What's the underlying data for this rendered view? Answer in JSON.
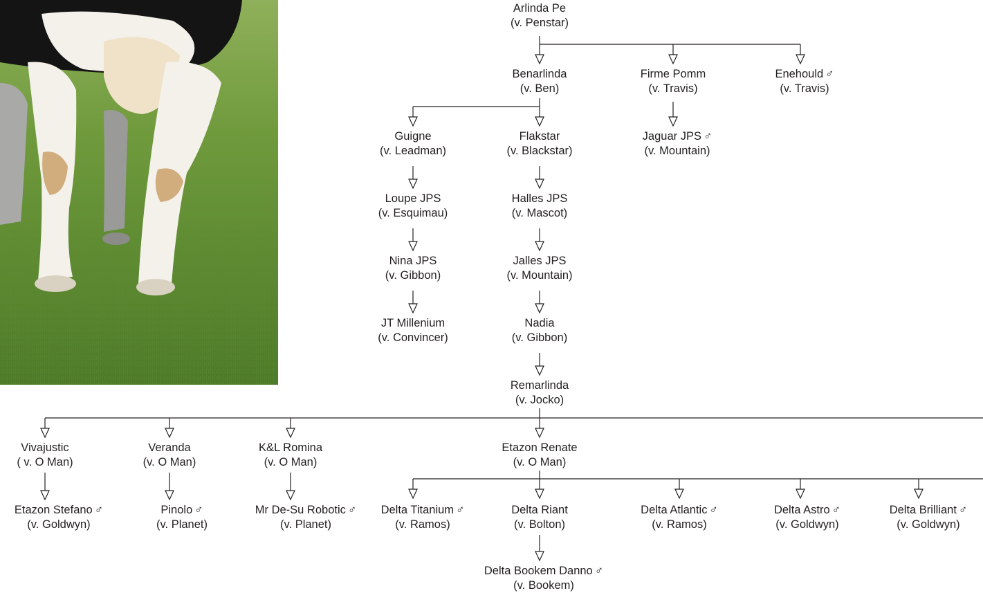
{
  "colors": {
    "line": "#231f20",
    "text": "#231f20",
    "grass": "#6f9a3c",
    "cow_black": "#141414",
    "cow_white": "#f4f1ea"
  },
  "male_symbol": "♂",
  "photo": {
    "description_icon": "cow-photo-icon"
  },
  "tree": {
    "root": {
      "name": "Arlinda Pe",
      "sire": "(v. Penstar)"
    },
    "gen1": [
      {
        "name": "Benarlinda",
        "sire": "(v. Ben)",
        "male": false
      },
      {
        "name": "Firme Pomm",
        "sire": "(v. Travis)",
        "male": false
      },
      {
        "name": "Enehould",
        "sire": "(v. Travis)",
        "male": true
      }
    ],
    "jaguar": {
      "name": "Jaguar JPS",
      "sire": "(v. Mountain)",
      "male": true
    },
    "guigne_line": [
      {
        "name": "Guigne",
        "sire": "(v. Leadman)"
      },
      {
        "name": "Loupe JPS",
        "sire": "(v. Esquimau)"
      },
      {
        "name": "Nina JPS",
        "sire": "(v. Gibbon)"
      },
      {
        "name": "JT Millenium",
        "sire": "(v. Convincer)"
      }
    ],
    "flakstar_line": [
      {
        "name": "Flakstar",
        "sire": "(v. Blackstar)"
      },
      {
        "name": "Halles JPS",
        "sire": "(v. Mascot)"
      },
      {
        "name": "Jalles JPS",
        "sire": "(v. Mountain)"
      },
      {
        "name": "Nadia",
        "sire": "(v. Gibbon)"
      },
      {
        "name": "Remarlinda",
        "sire": "(v. Jocko)"
      }
    ],
    "oman_daughters": [
      {
        "name": "Vivajustic",
        "sire": "( v. O Man)"
      },
      {
        "name": "Veranda",
        "sire": "(v. O Man)"
      },
      {
        "name": "K&L Romina",
        "sire": "(v. O Man)"
      },
      {
        "name": "Etazon Renate",
        "sire": "(v. O Man)"
      }
    ],
    "oman_sons": [
      {
        "name": "Etazon Stefano",
        "sire": "(v. Goldwyn)",
        "male": true
      },
      {
        "name": "Pinolo",
        "sire": "(v. Planet)",
        "male": true
      },
      {
        "name": "Mr De-Su Robotic",
        "sire": "(v. Planet)",
        "male": true
      }
    ],
    "renate_offspring": [
      {
        "name": "Delta Titanium",
        "sire": "(v. Ramos)",
        "male": true
      },
      {
        "name": "Delta Riant",
        "sire": "(v. Bolton)",
        "male": false
      },
      {
        "name": "Delta Atlantic",
        "sire": "(v. Ramos)",
        "male": true
      },
      {
        "name": "Delta Astro",
        "sire": "(v. Goldwyn)",
        "male": true
      },
      {
        "name": "Delta Brilliant",
        "sire": "(v. Goldwyn)",
        "male": true
      }
    ],
    "danno": {
      "name": "Delta Bookem Danno",
      "sire": "(v. Bookem)",
      "male": true
    }
  }
}
